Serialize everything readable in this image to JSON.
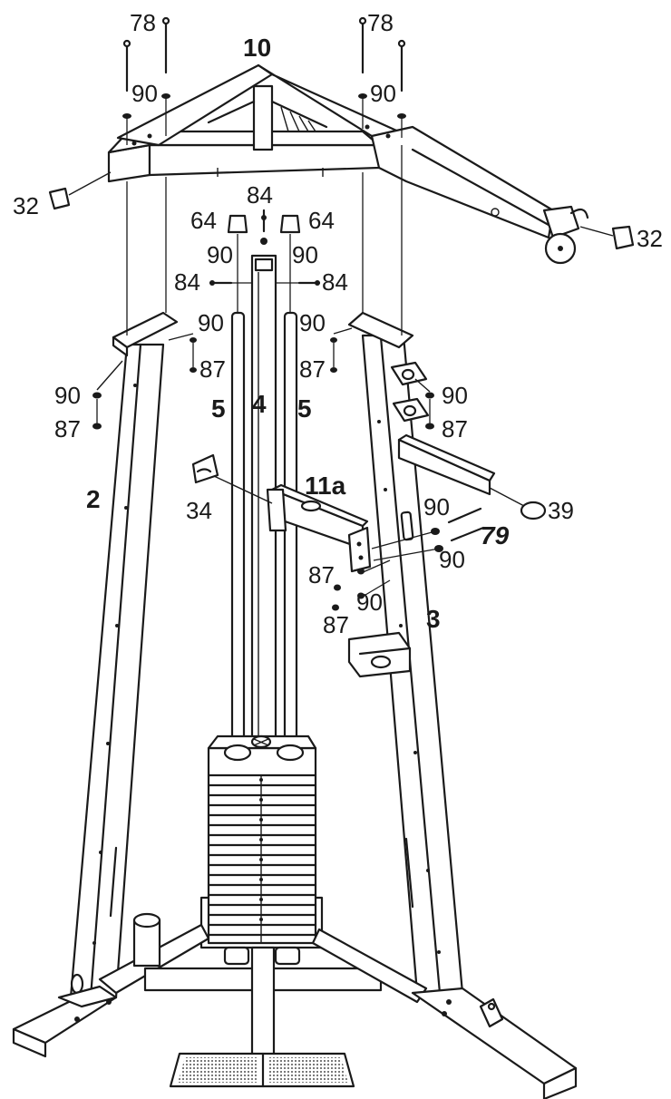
{
  "labels": {
    "p10": "10",
    "p78_left": "78",
    "p78_right": "78",
    "p90_top_left": "90",
    "p90_top_right": "90",
    "p32_left": "32",
    "p32_right": "32",
    "p84_top": "84",
    "p64_left": "64",
    "p64_right": "64",
    "p90_rod_left": "90",
    "p90_rod_right": "90",
    "p84_left": "84",
    "p84_right": "84",
    "p90_mid_left": "90",
    "p90_mid_right": "90",
    "p87_mid_left": "87",
    "p87_mid_right": "87",
    "p90_side_left": "90",
    "p87_side_left": "87",
    "p90_side_right": "90",
    "p87_side_right": "87",
    "p5_left": "5",
    "p4": "4",
    "p5_right": "5",
    "p2": "2",
    "p11a": "11a",
    "p34": "34",
    "p39": "39",
    "p90_arm_a": "90",
    "p79": "79",
    "p90_arm_b": "90",
    "p87_arm_a": "87",
    "p90_arm_c": "90",
    "p87_arm_b": "87",
    "p3": "3"
  }
}
